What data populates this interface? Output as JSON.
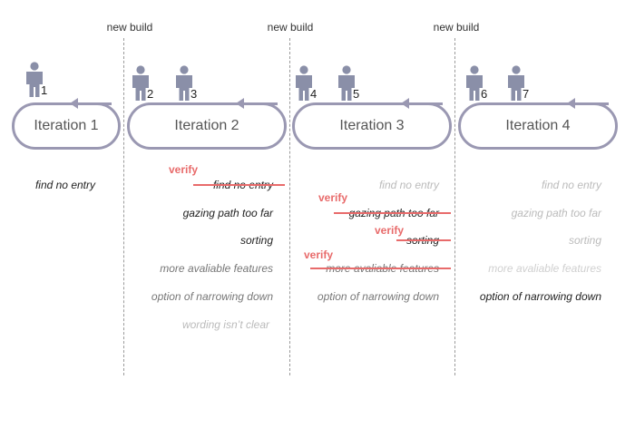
{
  "build_label": "new build",
  "verify_label": "verify",
  "colors": {
    "pill": "#9a98b2",
    "person": "#8a8fa8",
    "verify": "#e86b6b",
    "divider": "#9a9a9a"
  },
  "iterations": [
    {
      "label": "Iteration 1",
      "users": [
        "1"
      ]
    },
    {
      "label": "Iteration 2",
      "users": [
        "2",
        "3"
      ]
    },
    {
      "label": "Iteration 3",
      "users": [
        "4",
        "5"
      ]
    },
    {
      "label": "Iteration 4",
      "users": [
        "6",
        "7"
      ]
    }
  ],
  "issues": {
    "col1": [
      "find no entry"
    ],
    "col2": [
      "find no entry",
      "gazing path too far",
      "sorting",
      "more avaliable features",
      "option of narrowing down",
      "wording isn’t clear"
    ],
    "col3": [
      "find no entry",
      "gazing path too far",
      "sorting",
      "more avaliable features",
      "option of narrowing down"
    ],
    "col4": [
      "find no entry",
      "gazing path too far",
      "sorting",
      "more avaliable features",
      "option of narrowing down"
    ]
  }
}
